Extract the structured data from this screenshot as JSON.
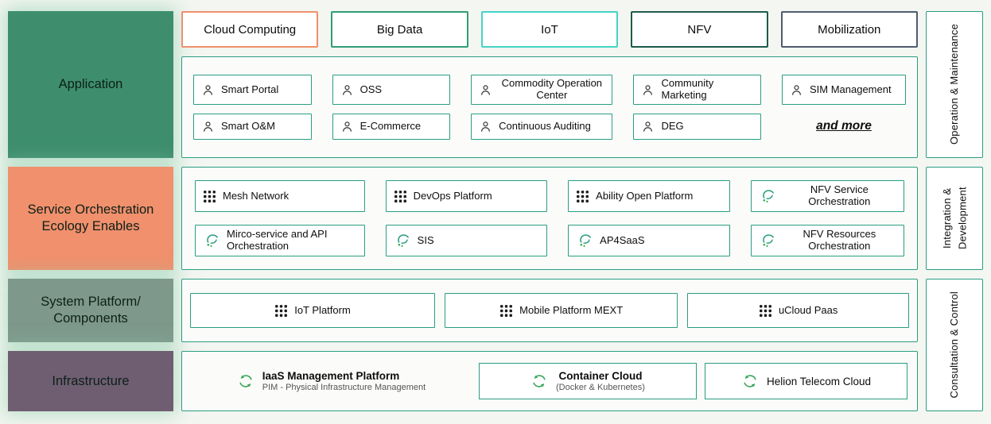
{
  "layers": {
    "application": {
      "label": "Application",
      "color": "#3E8E6D"
    },
    "service": {
      "label": "Service Orchestration Ecology Enables",
      "color": "#F0906C"
    },
    "system": {
      "label": "System Platform/ Components",
      "color": "#7E998C"
    },
    "infrastructure": {
      "label": "Infrastructure",
      "color": "#6F5E72"
    }
  },
  "categories": [
    {
      "label": "Cloud Computing",
      "color": "#F0906C"
    },
    {
      "label": "Big Data",
      "color": "#2E9E77"
    },
    {
      "label": "IoT",
      "color": "#45D4C6"
    },
    {
      "label": "NFV",
      "color": "#1E5B4B"
    },
    {
      "label": "Mobilization",
      "color": "#505C6D"
    }
  ],
  "application_items": {
    "row1": [
      "Smart Portal",
      "OSS",
      "Commodity Operation Center",
      "Community Marketing",
      "SIM Management"
    ],
    "row2": [
      "Smart O&M",
      "E-Commerce",
      "Continuous Auditing",
      "DEG"
    ],
    "more_label": "and more",
    "icon": "person-icon"
  },
  "service_items": {
    "row1": [
      {
        "label": "Mesh Network",
        "icon": "grid-icon"
      },
      {
        "label": "DevOps Platform",
        "icon": "grid-icon"
      },
      {
        "label": "Ability Open Platform",
        "icon": "grid-icon"
      },
      {
        "label": "NFV Service Orchestration",
        "icon": "swirl-icon"
      }
    ],
    "row2": [
      {
        "label": "Mirco-service and API Orchestration",
        "icon": "swirl-icon"
      },
      {
        "label": "SIS",
        "icon": "swirl-icon"
      },
      {
        "label": "AP4SaaS",
        "icon": "swirl-icon"
      },
      {
        "label": "NFV Resources Orchestration",
        "icon": "swirl-icon"
      }
    ]
  },
  "system_items": [
    {
      "label": "IoT Platform",
      "icon": "grid-icon"
    },
    {
      "label": "Mobile Platform MEXT",
      "icon": "grid-icon"
    },
    {
      "label": "uCloud Paas",
      "icon": "grid-icon"
    }
  ],
  "infrastructure_items": [
    {
      "title": "IaaS Management Platform",
      "subtitle": "PIM - Physical Infrastructure Management",
      "icon": "cloud-sync-icon"
    },
    {
      "title": "Container Cloud",
      "subtitle": "(Docker & Kubernetes)",
      "icon": "cloud-sync-icon"
    },
    {
      "title": "Helion Telecom Cloud",
      "subtitle": "",
      "icon": "cloud-sync-icon"
    }
  ],
  "side_panels": [
    {
      "label": "Operation & Maintenance"
    },
    {
      "label": "Integration & Development"
    },
    {
      "label": "Consultation & Control"
    }
  ],
  "theme": {
    "panel_border": "#2a9d82",
    "glow": "#8ccdaa",
    "icon_green": "#3aa65c",
    "icon_teal": "#2a9d82"
  }
}
